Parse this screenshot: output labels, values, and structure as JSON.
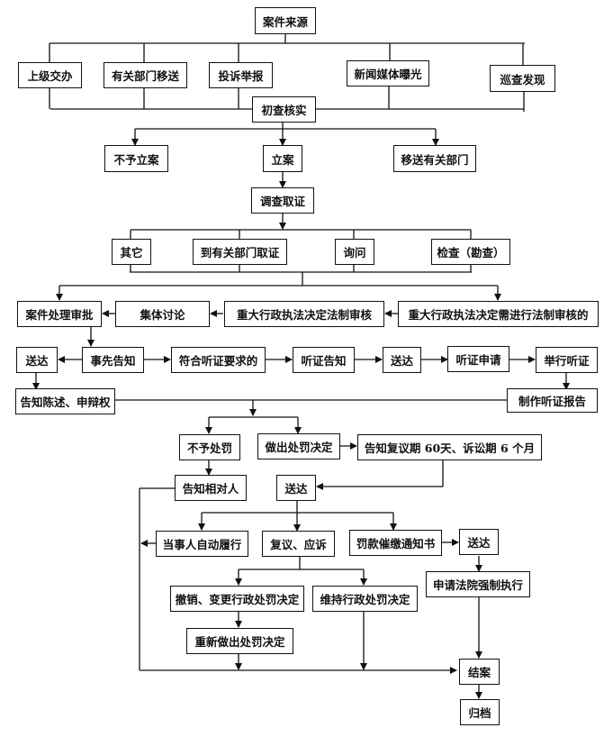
{
  "title": "行政处罚案件办理流程图",
  "nodes": {
    "source": "案件来源",
    "superior": "上级交办",
    "transfer_in": "有关部门移送",
    "complaint": "投诉举报",
    "media": "新闻媒体曝光",
    "patrol": "巡查发现",
    "initial_check": "初查核实",
    "no_filing": "不予立案",
    "filing": "立案",
    "transfer_out": "移送有关部门",
    "investigation": "调查取证",
    "other": "其它",
    "dept_evidence": "到有关部门取证",
    "inquiry": "询问",
    "inspection": "检查（勘查）",
    "approval": "案件处理审批",
    "collective": "集体讨论",
    "legal_review": "重大行政执法决定法制审核",
    "needs_review": "重大行政执法决定需进行法制审核的",
    "deliver_1": "送达",
    "prior_notice": "事先告知",
    "hearing_eligible": "符合听证要求的",
    "hearing_notice": "听证告知",
    "deliver_2": "送达",
    "hearing_request": "听证申请",
    "hold_hearing": "举行听证",
    "notify_rights": "告知陈述、申辩权",
    "hearing_report": "制作听证报告",
    "no_penalty": "不予处罚",
    "penalty_decision": "做出处罚决定",
    "appeal_period": "告知复议期 60天、诉讼期 6 个月",
    "notify_party": "告知相对人",
    "deliver_3": "送达",
    "voluntary": "当事人自动履行",
    "review_suit": "复议、应诉",
    "fine_notice": "罚款催缴通知书",
    "deliver_4": "送达",
    "revoke_change": "撤销、变更行政处罚决定",
    "maintain": "维持行政处罚决定",
    "court_enforce": "申请法院强制执行",
    "redecide": "重新做出处罚决定",
    "close_case": "结案",
    "archive": "归档"
  }
}
